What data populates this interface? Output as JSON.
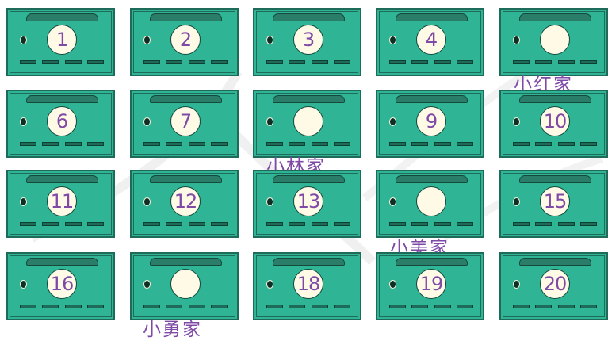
{
  "rows": [
    [
      {
        "number": "1",
        "label": ""
      },
      {
        "number": "2",
        "label": ""
      },
      {
        "number": "3",
        "label": ""
      },
      {
        "number": "4",
        "label": ""
      },
      {
        "number": "",
        "label": "小红家"
      }
    ],
    [
      {
        "number": "6",
        "label": ""
      },
      {
        "number": "7",
        "label": ""
      },
      {
        "number": "",
        "label": "小林家"
      },
      {
        "number": "9",
        "label": ""
      },
      {
        "number": "10",
        "label": ""
      }
    ],
    [
      {
        "number": "11",
        "label": ""
      },
      {
        "number": "12",
        "label": ""
      },
      {
        "number": "13",
        "label": ""
      },
      {
        "number": "",
        "label": "小美家"
      },
      {
        "number": "15",
        "label": ""
      }
    ],
    [
      {
        "number": "16",
        "label": ""
      },
      {
        "number": "",
        "label": "小勇家"
      },
      {
        "number": "18",
        "label": ""
      },
      {
        "number": "19",
        "label": ""
      },
      {
        "number": "20",
        "label": ""
      }
    ]
  ],
  "colors": {
    "box": "#2fb596",
    "border": "#1d6b58",
    "circle": "#fffae6",
    "text": "#7e4aa6"
  }
}
